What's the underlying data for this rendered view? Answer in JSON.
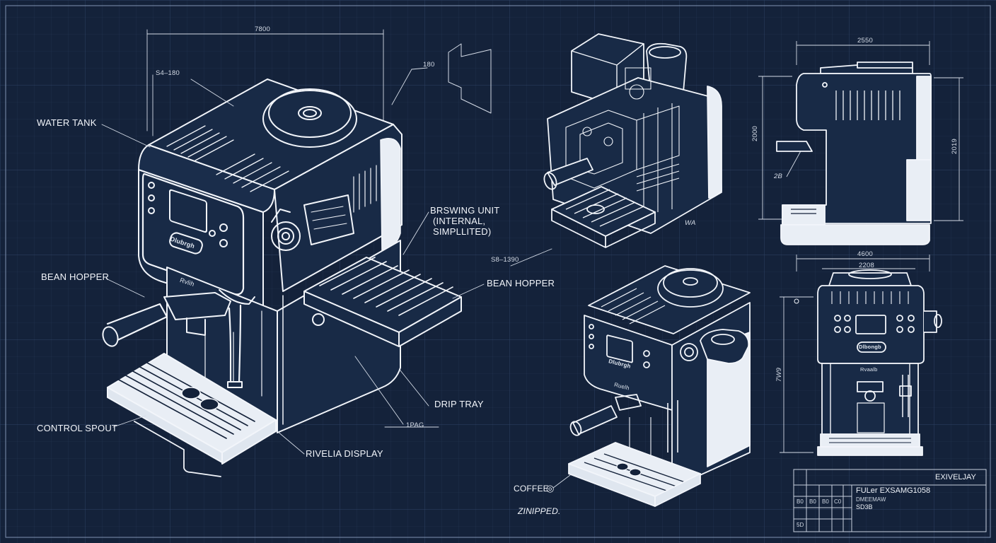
{
  "callouts": {
    "water_tank": "WATER TANK",
    "bean_hopper_left": "BEAN HOPPER",
    "control_spout": "CONTROL SPOUT",
    "brewing_unit_l1": "BRSWING UNIT",
    "brewing_unit_l2": "(INTERNAL,",
    "brewing_unit_l3": "SIMPLLITED)",
    "bean_hopper_right": "BEAN HOPPER",
    "drip_tray": "DRIP TRAY",
    "rivelia_display": "RIVELIA DISPLAY",
    "coffee": "COFFEE",
    "zinipped": "ZINIPPED."
  },
  "dimensions": {
    "top_width": "7800",
    "s_180": "S4–180",
    "d_180": "180",
    "s_1390": "S8–1390",
    "d_1pa": "1PAG",
    "d_wa": "WA",
    "side_width": "2550",
    "side_height_left": "2000",
    "side_height_right": "2019",
    "side_spout": "2B",
    "front_width_outer": "4600",
    "front_width_inner": "2208",
    "front_height": "7W9"
  },
  "brand": {
    "badge_main": "Dlubrgh",
    "badge_iso": "Dlubrgh",
    "badge_front": "Dlbongb",
    "model_main": "Rvlih",
    "model_iso": "Ruelh",
    "model_front": "Rvaalb"
  },
  "title_block": {
    "title": "EXIVELJAY",
    "line1": "FULer EXSAMG1058",
    "line2": "DMEEMAW",
    "line3": "SD3B",
    "row_codes": [
      "B0",
      "B0",
      "B0",
      "C0",
      "5D"
    ]
  },
  "colors": {
    "background": "#14223a",
    "grid": "#2a3b58",
    "line": "#f2f5fa"
  }
}
